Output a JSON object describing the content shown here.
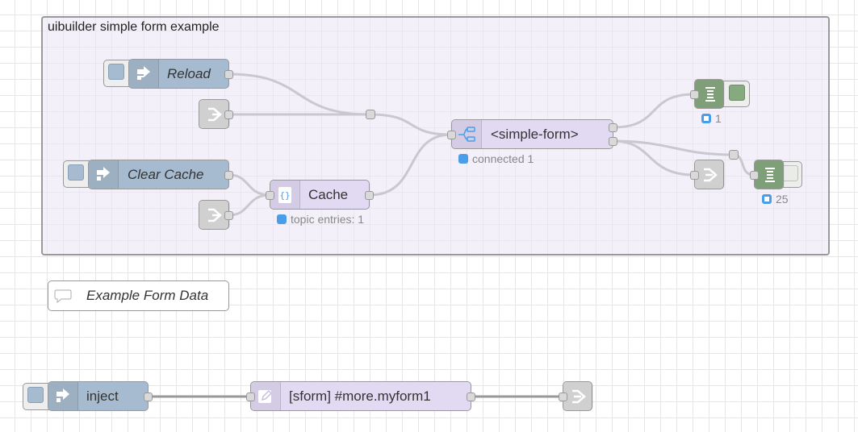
{
  "group": {
    "label": "uibuilder simple form example"
  },
  "nodes": {
    "reload": {
      "label": "Reload",
      "icon": "inject-arrow-icon"
    },
    "clear_cache": {
      "label": "Clear Cache",
      "icon": "inject-arrow-icon"
    },
    "link_in_1": {
      "icon": "link-in-icon"
    },
    "link_in_2": {
      "icon": "link-in-icon"
    },
    "cache": {
      "label": "Cache",
      "icon": "cache-icon",
      "status": "topic entries: 1"
    },
    "simple_form": {
      "label": "<simple-form>",
      "icon": "uibuilder-icon",
      "status": "connected 1"
    },
    "debug_1": {
      "icon": "debug-icon",
      "status": "1"
    },
    "link_out": {
      "icon": "link-out-icon"
    },
    "debug_2": {
      "icon": "debug-icon",
      "status": "25"
    },
    "comment": {
      "label": "Example Form Data",
      "icon": "comment-icon"
    },
    "inject": {
      "label": "inject",
      "icon": "inject-arrow-icon"
    },
    "template": {
      "label": "[sform] #more.myform1",
      "icon": "template-pencil-icon"
    },
    "link_out_2": {
      "icon": "link-out-icon"
    }
  },
  "colors": {
    "inject": "#a6bbcf",
    "uibuilder": "#e2d9f3",
    "debug": "#87a980",
    "link": "#dddddd",
    "status": "#4a9de8",
    "wire": "#999999"
  }
}
